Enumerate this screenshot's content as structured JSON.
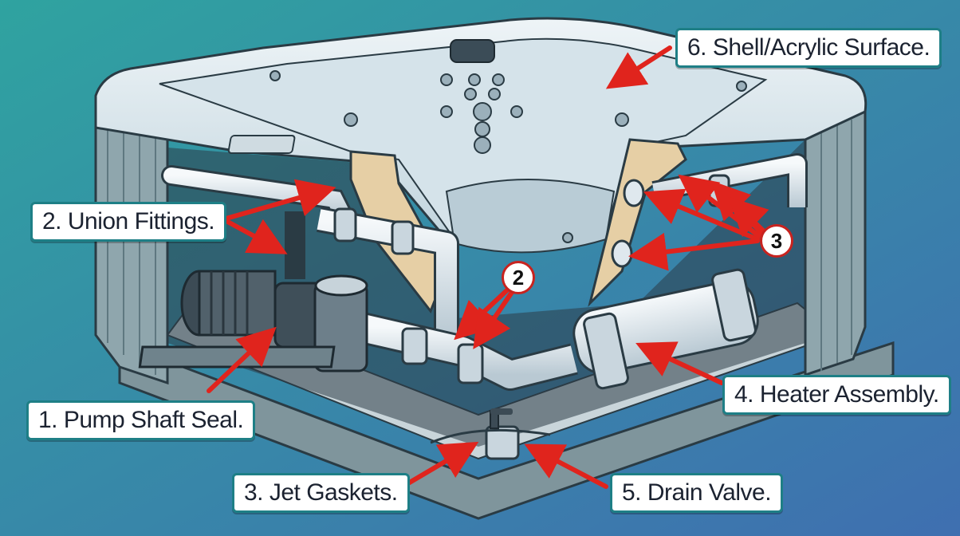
{
  "labels": {
    "shell": "6. Shell/Acrylic Surface.",
    "union": "2. Union Fittings.",
    "pump": "1. Pump Shaft Seal.",
    "jets": "3. Jet Gaskets.",
    "drain": "5. Drain Valve.",
    "heater": "4. Heater Assembly."
  },
  "badges": {
    "union_marker": "2",
    "jet_marker": "3"
  },
  "colors": {
    "background_top": "#2fa3a0",
    "background_bottom": "#3f6fb0",
    "arrow": "#e0241d",
    "label_border": "#1e7f86",
    "pipe": "#e8eef3",
    "shell": "#dde9ef",
    "cabinet": "#8fa6ad"
  }
}
